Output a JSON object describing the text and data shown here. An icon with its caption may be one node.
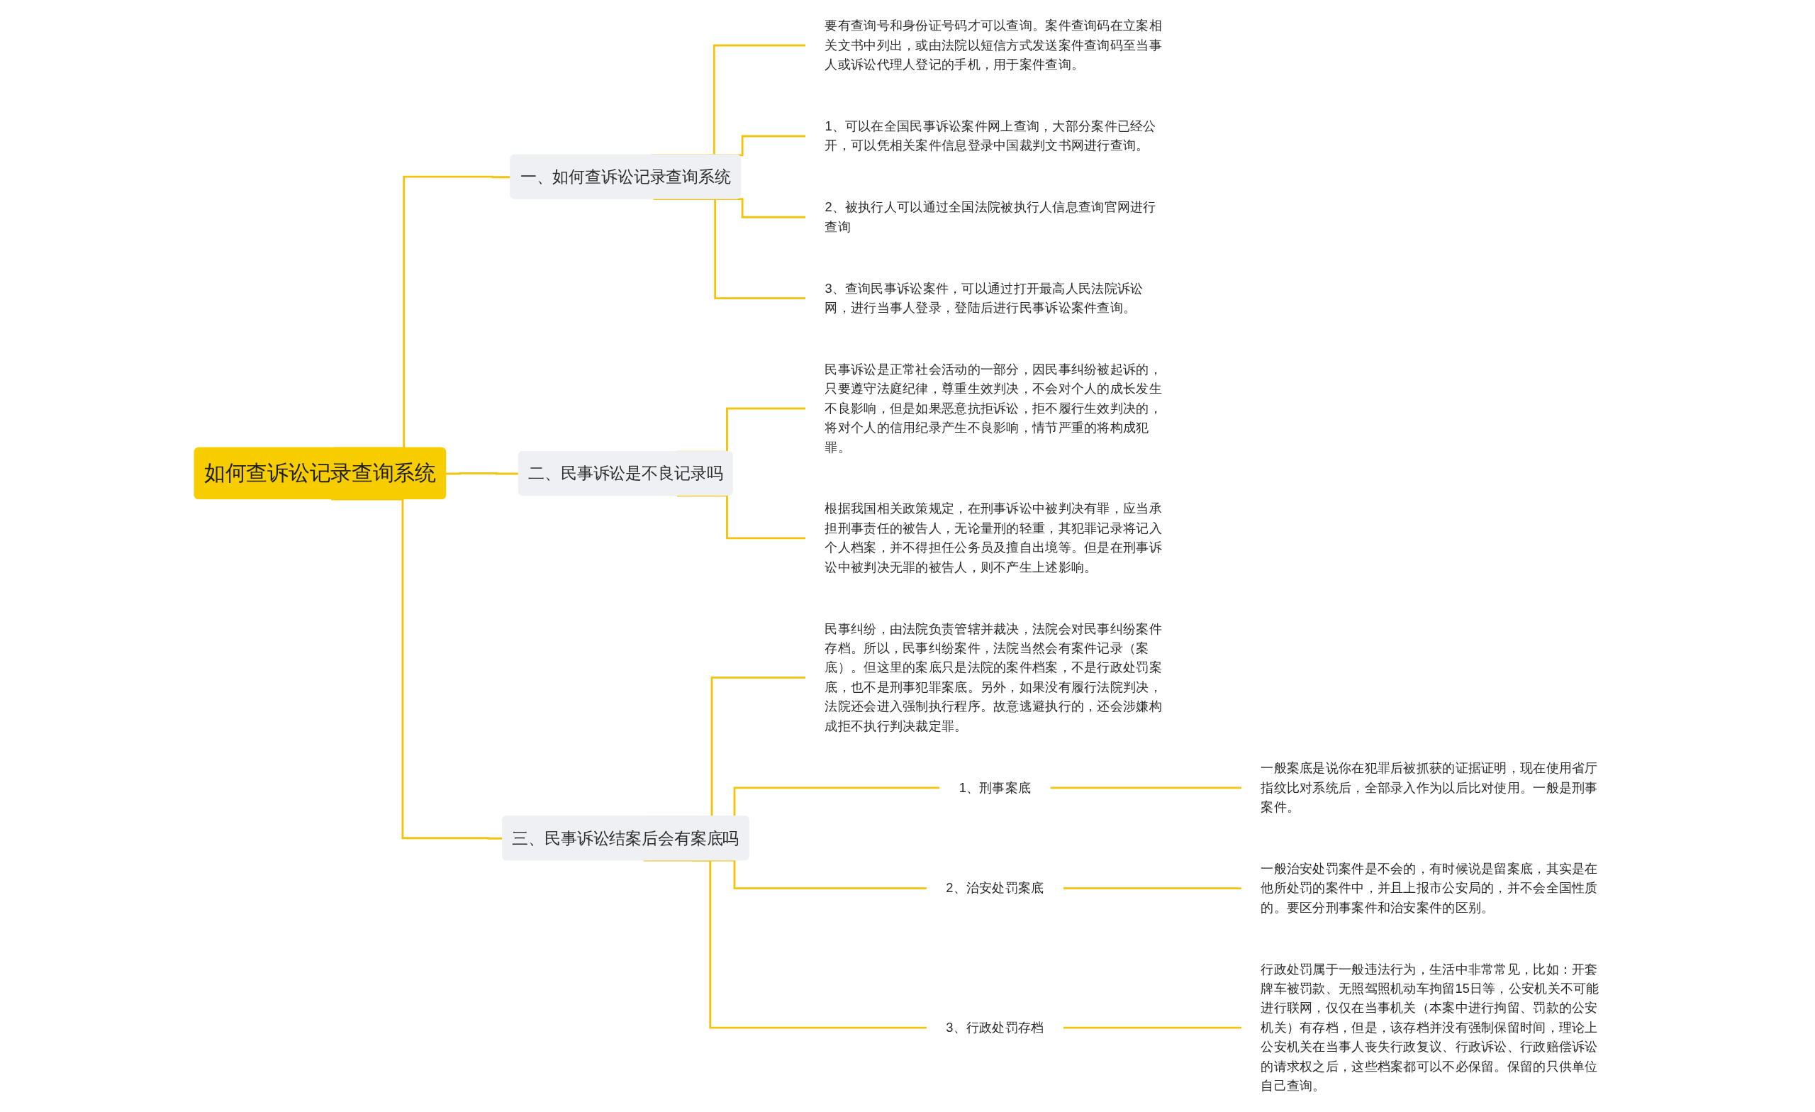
{
  "diagram": {
    "nodes": [
      {
        "text": [
          "如何查诉讼记录查询系统"
        ]
      },
      {
        "text": [
          "一、如何查诉讼记录查询系统"
        ]
      },
      {
        "text": [
          "要有查询号和身份证号码才可以查询。案件查询码在立案相关文书中列出，或由法院以短信方式发送案件查询码至当事人或诉讼代理人登记的手机，用于案件查询。"
        ]
      },
      {
        "text": [
          "1、可以在全国民事诉讼案件网上查询，大部分案件已经公开，可以凭相关案件信息登录中国裁判文书网进行查询。"
        ]
      },
      {
        "text": [
          "2、被执行人可以通过全国法院被执行人信息查询官网进行查询"
        ]
      },
      {
        "text": [
          "3、查询民事诉讼案件，可以通过打开最高人民法院诉讼网，进行当事人登录，登陆后进行民事诉讼案件查询。"
        ]
      },
      {
        "text": [
          "二、民事诉讼是不良记录吗"
        ]
      },
      {
        "text": [
          "民事诉讼是正常社会活动的一部分，因民事纠纷被起诉的，只要遵守法庭纪律，尊重生效判决，不会对个人的成长发生不良影响，但是如果恶意抗拒诉讼，拒不履行生效判决的，将对个人的信用纪录产生不良影响，情节严重的将构成犯罪。"
        ]
      },
      {
        "text": [
          "根据我国相关政策规定，在刑事诉讼中被判决有罪，应当承担刑事责任的被告人，无论量刑的轻重，其犯罪记录将记入个人档案，并不得担任公务员及擅自出境等。但是在刑事诉讼中被判决无罪的被告人，则不产生上述影响。"
        ]
      },
      {
        "text": [
          "三、民事诉讼结案后会有案底吗"
        ]
      },
      {
        "text": [
          "民事纠纷，由法院负责管辖并裁决，法院会对民事纠纷案件存档。所以，民事纠纷案件，法院当然会有案件记录（案底）。但这里的案底只是法院的案件档案，不是行政处罚案底，也不是刑事犯罪案底。另外，如果没有履行法院判决，法院还会进入强制执行程序。故意逃避执行的，还会涉嫌构成拒不执行判决裁定罪。"
        ]
      },
      {
        "text": [
          "1、刑事案底"
        ]
      },
      {
        "text": [
          "一般案底是说你在犯罪后被抓获的证据证明，现在使用省厅指纹比对系统后，全部录入作为以后比对使用。一般是刑事案件。"
        ]
      },
      {
        "text": [
          "2、治安处罚案底"
        ]
      },
      {
        "text": [
          "一般治安处罚案件是不会的，有时候说是留案底，其实是在他所处罚的案件中，并且上报市公安局的，并不会全国性质的。要区分刑事案件和治安案件的区别。"
        ]
      },
      {
        "text": [
          "3、行政处罚存档"
        ]
      },
      {
        "text": [
          "行政处罚属于一般违法行为，生活中非常常见，比如：开套牌车被罚款、无照驾照机动车拘留15日等，公安机关不可能进行联网，仅仅在当事机关（本案中进行拘留、罚款的公安机关）有存档，但是，该存档并没有强制保留时间，理论上公安机关在当事人丧失行政复议、行政诉讼、行政赔偿诉讼的请求权之后，这些档案都可以不必保留。保留的只供单位自己查询。"
        ]
      }
    ],
    "edges": [
      {
        "from": 0,
        "to": 1,
        "arrow": "none"
      },
      {
        "from": 1,
        "to": 2,
        "arrow": "none"
      },
      {
        "from": 1,
        "to": 3,
        "arrow": "none"
      },
      {
        "from": 1,
        "to": 4,
        "arrow": "none"
      },
      {
        "from": 1,
        "to": 5,
        "arrow": "none"
      },
      {
        "from": 0,
        "to": 6,
        "arrow": "none"
      },
      {
        "from": 6,
        "to": 7,
        "arrow": "none"
      },
      {
        "from": 6,
        "to": 8,
        "arrow": "none"
      },
      {
        "from": 0,
        "to": 9,
        "arrow": "none"
      },
      {
        "from": 9,
        "to": 10,
        "arrow": "none"
      },
      {
        "from": 9,
        "to": 11,
        "arrow": "none"
      },
      {
        "from": 11,
        "to": 12,
        "arrow": "none"
      },
      {
        "from": 9,
        "to": 13,
        "arrow": "none"
      },
      {
        "from": 13,
        "to": 14,
        "arrow": "none"
      },
      {
        "from": 9,
        "to": 15,
        "arrow": "none"
      },
      {
        "from": 15,
        "to": 16,
        "arrow": "none"
      }
    ]
  }
}
